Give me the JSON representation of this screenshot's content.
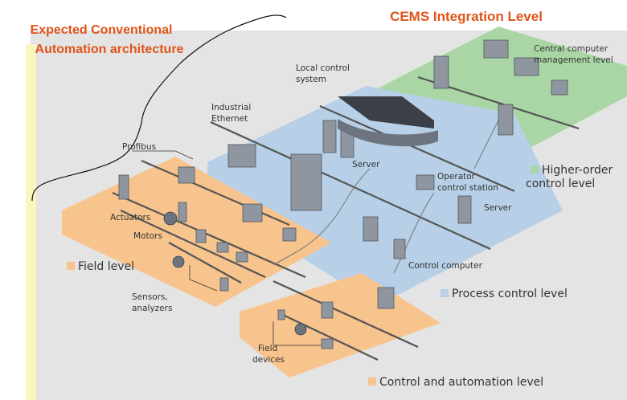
{
  "titles": {
    "left_line1": "Expected Conventional",
    "left_line2": "Automation architecture",
    "right": "CEMS Integration Level"
  },
  "levels": {
    "field": "Field level",
    "process_control": "Process control level",
    "control_automation": "Control and automation level",
    "higher_order_line1": "Higher-order",
    "higher_order_line2": "control level",
    "central_line1": "Central computer",
    "central_line2": "management level"
  },
  "labels": {
    "local_control_line1": "Local control",
    "local_control_line2": "system",
    "industrial_line1": "Industrial",
    "industrial_line2": "Ethernet",
    "profibus": "Profibus",
    "server_1": "Server",
    "server_2": "Server",
    "operator_line1": "Operator",
    "operator_line2": "control station",
    "actuators": "Actuators",
    "motors": "Motors",
    "control_computer": "Control computer",
    "sensors_line1": "Sensors,",
    "sensors_line2": "analyzers",
    "field_devices_line1": "Field",
    "field_devices_line2": "devices"
  },
  "colors": {
    "title_orange": "#e0541a",
    "field_plane": "#f7c48e",
    "process_plane": "#b7d0e8",
    "higher_plane": "#a9d6a4",
    "backdrop": "#e4e4e4",
    "left_bar": "#fbf5c0"
  }
}
